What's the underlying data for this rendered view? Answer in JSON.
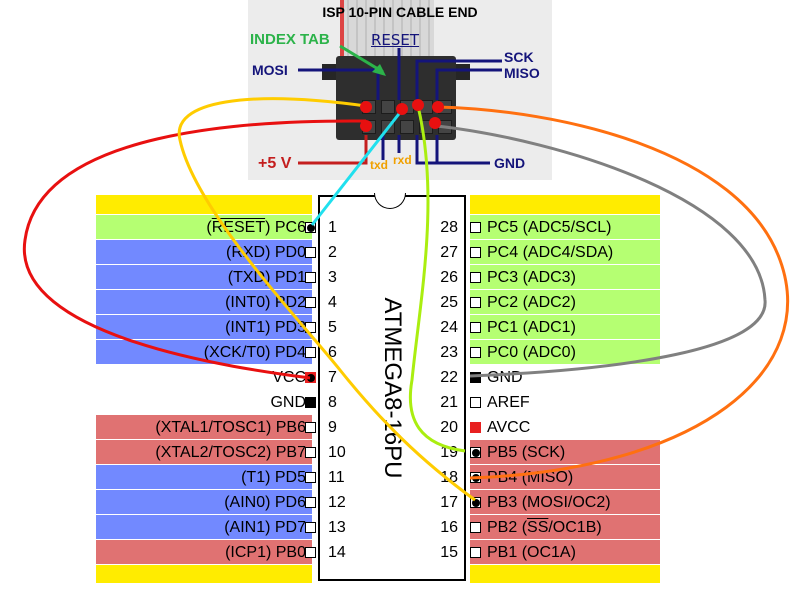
{
  "title": "ISP 10-PIN CABLE END",
  "connector_labels": {
    "index_tab": "INDEX TAB",
    "reset": "RESET",
    "mosi": "MOSI",
    "sck": "SCK",
    "miso": "MISO",
    "vcc": "+5 V",
    "txd": "txd",
    "rxd": "rxd",
    "gnd": "GND"
  },
  "chip": {
    "name": "ATMEGA8-16PU"
  },
  "colors": {
    "band_yellow": "#ffec00",
    "band_green": "#b5ff72",
    "band_blue": "#7289ff",
    "band_red": "#e07272",
    "wire_red": "#e81010",
    "wire_yellow": "#ffcc00",
    "wire_cyan": "#20e0ee",
    "wire_lime": "#aaee10",
    "wire_orange": "#ff7010",
    "wire_gray": "#808080",
    "label_navy": "#14147a"
  },
  "left_pins": [
    {
      "num": "1",
      "pre": "(",
      "over": "RESET",
      "post": ") PC6",
      "band": "green",
      "marker": "dot"
    },
    {
      "num": "2",
      "pre": "(RXD) PD0",
      "over": "",
      "post": "",
      "band": "blue",
      "marker": "empty"
    },
    {
      "num": "3",
      "pre": "(TXD) PD1",
      "over": "",
      "post": "",
      "band": "blue",
      "marker": "empty"
    },
    {
      "num": "4",
      "pre": "(INT0) PD2",
      "over": "",
      "post": "",
      "band": "blue",
      "marker": "empty"
    },
    {
      "num": "5",
      "pre": "(INT1) PD3",
      "over": "",
      "post": "",
      "band": "blue",
      "marker": "empty"
    },
    {
      "num": "6",
      "pre": "(XCK/T0) PD4",
      "over": "",
      "post": "",
      "band": "blue",
      "marker": "empty"
    },
    {
      "num": "7",
      "pre": "VCC",
      "over": "",
      "post": "",
      "band": "none",
      "marker": "red-dot"
    },
    {
      "num": "8",
      "pre": "GND",
      "over": "",
      "post": "",
      "band": "none",
      "marker": "filled"
    },
    {
      "num": "9",
      "pre": "(XTAL1/TOSC1) PB6",
      "over": "",
      "post": "",
      "band": "red",
      "marker": "empty"
    },
    {
      "num": "10",
      "pre": "(XTAL2/TOSC2) PB7",
      "over": "",
      "post": "",
      "band": "red",
      "marker": "empty"
    },
    {
      "num": "11",
      "pre": "(T1) PD5",
      "over": "",
      "post": "",
      "band": "blue",
      "marker": "empty"
    },
    {
      "num": "12",
      "pre": "(AIN0) PD6",
      "over": "",
      "post": "",
      "band": "blue",
      "marker": "empty"
    },
    {
      "num": "13",
      "pre": "(AIN1) PD7",
      "over": "",
      "post": "",
      "band": "blue",
      "marker": "empty"
    },
    {
      "num": "14",
      "pre": "(ICP1) PB0",
      "over": "",
      "post": "",
      "band": "red",
      "marker": "empty"
    }
  ],
  "right_pins": [
    {
      "num": "28",
      "pre": "PC5 (ADC5/SCL)",
      "over": "",
      "post": "",
      "band": "green",
      "marker": "empty"
    },
    {
      "num": "27",
      "pre": "PC4 (ADC4/SDA)",
      "over": "",
      "post": "",
      "band": "green",
      "marker": "empty"
    },
    {
      "num": "26",
      "pre": "PC3 (ADC3)",
      "over": "",
      "post": "",
      "band": "green",
      "marker": "empty"
    },
    {
      "num": "25",
      "pre": "PC2 (ADC2)",
      "over": "",
      "post": "",
      "band": "green",
      "marker": "empty"
    },
    {
      "num": "24",
      "pre": "PC1 (ADC1)",
      "over": "",
      "post": "",
      "band": "green",
      "marker": "empty"
    },
    {
      "num": "23",
      "pre": "PC0 (ADC0)",
      "over": "",
      "post": "",
      "band": "green",
      "marker": "empty"
    },
    {
      "num": "22",
      "pre": "GND",
      "over": "",
      "post": "",
      "band": "none",
      "marker": "filled"
    },
    {
      "num": "21",
      "pre": "AREF",
      "over": "",
      "post": "",
      "band": "none",
      "marker": "empty"
    },
    {
      "num": "20",
      "pre": "AVCC",
      "over": "",
      "post": "",
      "band": "none",
      "marker": "red"
    },
    {
      "num": "19",
      "pre": "PB5 (SCK)",
      "over": "",
      "post": "",
      "band": "red",
      "marker": "dot"
    },
    {
      "num": "18",
      "pre": "PB4 (MISO)",
      "over": "",
      "post": "",
      "band": "red",
      "marker": "dot"
    },
    {
      "num": "17",
      "pre": "PB3 (MOSI/OC2)",
      "over": "",
      "post": "",
      "band": "red",
      "marker": "dot"
    },
    {
      "num": "16",
      "pre": "PB2 (",
      "over": "SS",
      "post": "/OC1B)",
      "band": "red",
      "marker": "empty"
    },
    {
      "num": "15",
      "pre": "PB1 (OC1A)",
      "over": "",
      "post": "",
      "band": "red",
      "marker": "empty"
    }
  ],
  "wires": [
    {
      "name": "vcc-wire",
      "color": "wire_red",
      "from": "+5 V",
      "to": "pin 7 VCC"
    },
    {
      "name": "mosi-wire",
      "color": "wire_yellow",
      "from": "MOSI",
      "to": "pin 17 PB3 (MOSI/OC2)"
    },
    {
      "name": "reset-wire",
      "color": "wire_cyan",
      "from": "RESET",
      "to": "pin 1 PC6"
    },
    {
      "name": "sck-wire",
      "color": "wire_lime",
      "from": "SCK",
      "to": "pin 19 PB5 (SCK)"
    },
    {
      "name": "miso-wire",
      "color": "wire_orange",
      "from": "MISO",
      "to": "pin 18 PB4 (MISO)"
    },
    {
      "name": "gnd-wire",
      "color": "wire_gray",
      "from": "GND",
      "to": "pin 22 GND"
    }
  ]
}
